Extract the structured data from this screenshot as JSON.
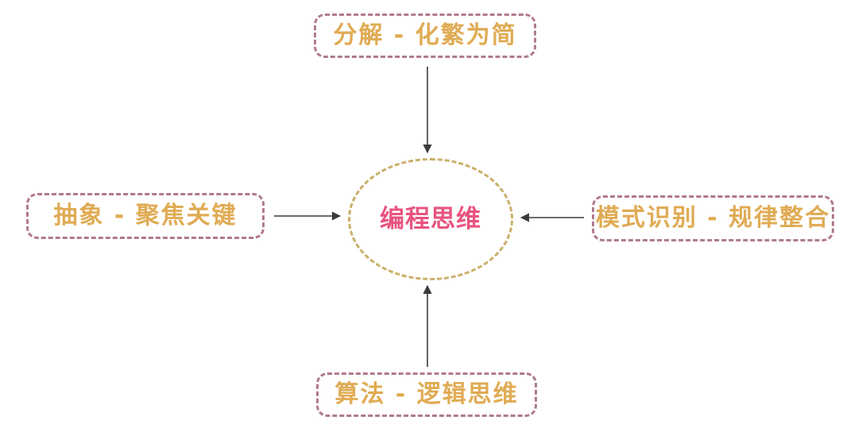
{
  "diagram": {
    "type": "hub-and-spoke",
    "background_color": "#ffffff",
    "center": {
      "label": "编程思维",
      "shape": "ellipse",
      "border_style": "dashed",
      "border_color": "#c9b068",
      "text_color": "#e8537f"
    },
    "box_style": {
      "border_style": "dashed",
      "border_color": "#b07a8c",
      "text_color": "#e0ab54"
    },
    "arrow_color": "#3a3a3a",
    "nodes": [
      {
        "id": "top",
        "label": "分解 - 化繁为简",
        "position": "top",
        "arrow_direction": "down"
      },
      {
        "id": "left",
        "label": "抽象 - 聚焦关键",
        "position": "left",
        "arrow_direction": "right"
      },
      {
        "id": "right",
        "label": "模式识别 - 规律整合",
        "position": "right",
        "arrow_direction": "left"
      },
      {
        "id": "bottom",
        "label": "算法 - 逻辑思维",
        "position": "bottom",
        "arrow_direction": "up"
      }
    ]
  }
}
